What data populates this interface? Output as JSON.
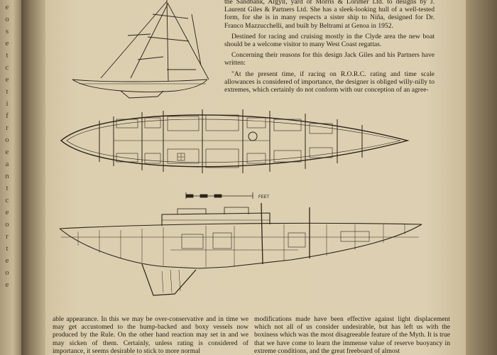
{
  "left_page": {
    "letters": [
      "e",
      "o",
      "s",
      "e",
      "t",
      "c",
      "e",
      "t",
      "i",
      "f",
      "r",
      "o",
      "e",
      "a",
      "n",
      "t",
      "c",
      "e",
      "o",
      "r",
      "t",
      "e",
      "o",
      "e"
    ]
  },
  "article": {
    "top_right_paragraphs": [
      "the Sandbank, Argyll, yard of Morris & Lorimer Ltd. to designs by J. Laurent Giles & Partners Ltd. She has a sleek-looking hull of a well-tested form, for she is in many respects a sister ship to Niña, designed for Dr. Franco Mazzucchelli, and built by Beltrami at Genoa in 1952.",
      "Destined for racing and cruising mostly in the Clyde area the new boat should be a welcome visitor to many West Coast regattas.",
      "Concerning their reasons for this design Jack Giles and his Partners have written:",
      "\"At the present time, if racing on R.O.R.C. rating and time scale allowances is considered of importance, the designer is obliged willy-nilly to extremes, which certainly do not conform with our conception of an agree-"
    ],
    "bottom_left_paragraph": "able appearance. In this we may be over-conservative and in time we may get accustomed to the hump-backed and boxy vessels now produced by the Rule. On the other hand reaction may set in and we may sicken of them. Certainly, unless rating is considered of importance, it seems desirable to stick to more normal",
    "bottom_right_paragraph": "modifications made have been effective against light displacement which not all of us consider undesirable, but has left us with the boxiness which was the most disagreeable feature of the Myth. It is true that we have come to learn the immense value of reserve buoyancy in extreme conditions, and the great freeboard of almost"
  },
  "drawings": {
    "scale_bar_label": "FEET"
  }
}
